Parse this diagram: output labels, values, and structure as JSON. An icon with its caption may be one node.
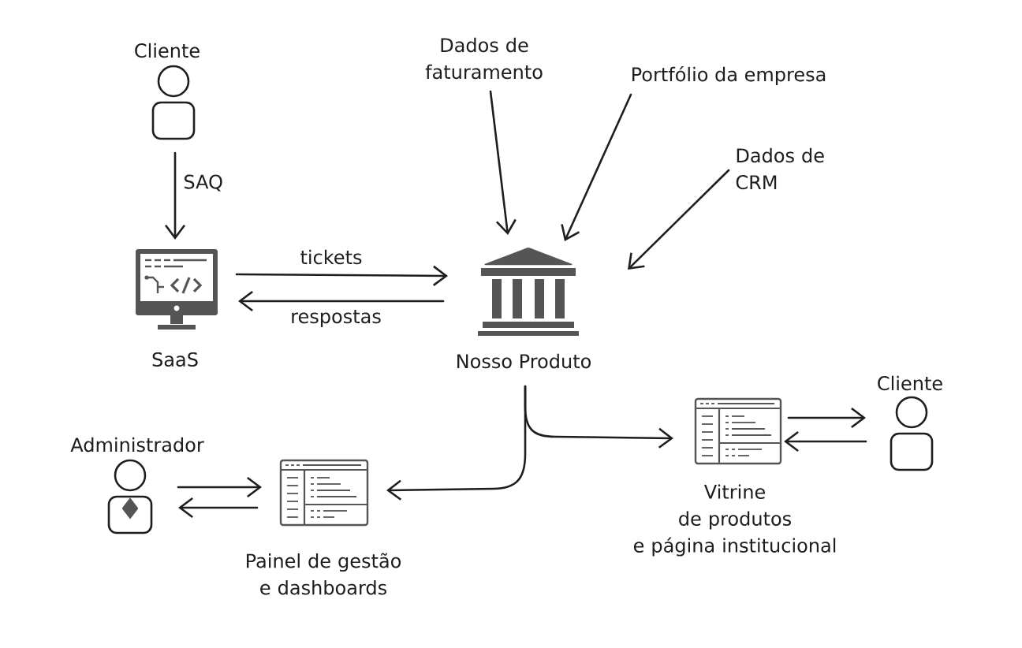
{
  "diagram": {
    "nodes": [
      {
        "text": [
          "Cliente"
        ]
      },
      {
        "text": [
          "Dados de faturamento"
        ]
      },
      {
        "text": [
          "Portfólio da empresa"
        ]
      },
      {
        "text": [
          "Dados de CRM"
        ]
      },
      {
        "text": [
          "SaaS"
        ]
      },
      {
        "text": [
          "Nosso Produto"
        ]
      },
      {
        "text": [
          "Administrador"
        ]
      },
      {
        "text": [
          "Painel de gestão e dashboards"
        ]
      },
      {
        "text": [
          "Vitrine de produtos e página institucional"
        ]
      },
      {
        "text": [
          "Cliente"
        ]
      }
    ],
    "edges": [
      {
        "from": 0,
        "to": 4,
        "arrow": "to",
        "label": "SAQ"
      },
      {
        "from": 4,
        "to": 5,
        "arrow": "to",
        "label": "tickets"
      },
      {
        "from": 5,
        "to": 4,
        "arrow": "to",
        "label": "respostas"
      },
      {
        "from": 1,
        "to": 5,
        "arrow": "to"
      },
      {
        "from": 2,
        "to": 5,
        "arrow": "to"
      },
      {
        "from": 3,
        "to": 5,
        "arrow": "to"
      },
      {
        "from": 5,
        "to": 7,
        "arrow": "to"
      },
      {
        "from": 5,
        "to": 8,
        "arrow": "to"
      },
      {
        "from": 6,
        "to": 7,
        "arrow": "to"
      },
      {
        "from": 7,
        "to": 6,
        "arrow": "to"
      },
      {
        "from": 8,
        "to": 9,
        "arrow": "to"
      },
      {
        "from": 9,
        "to": 8,
        "arrow": "to"
      }
    ]
  }
}
